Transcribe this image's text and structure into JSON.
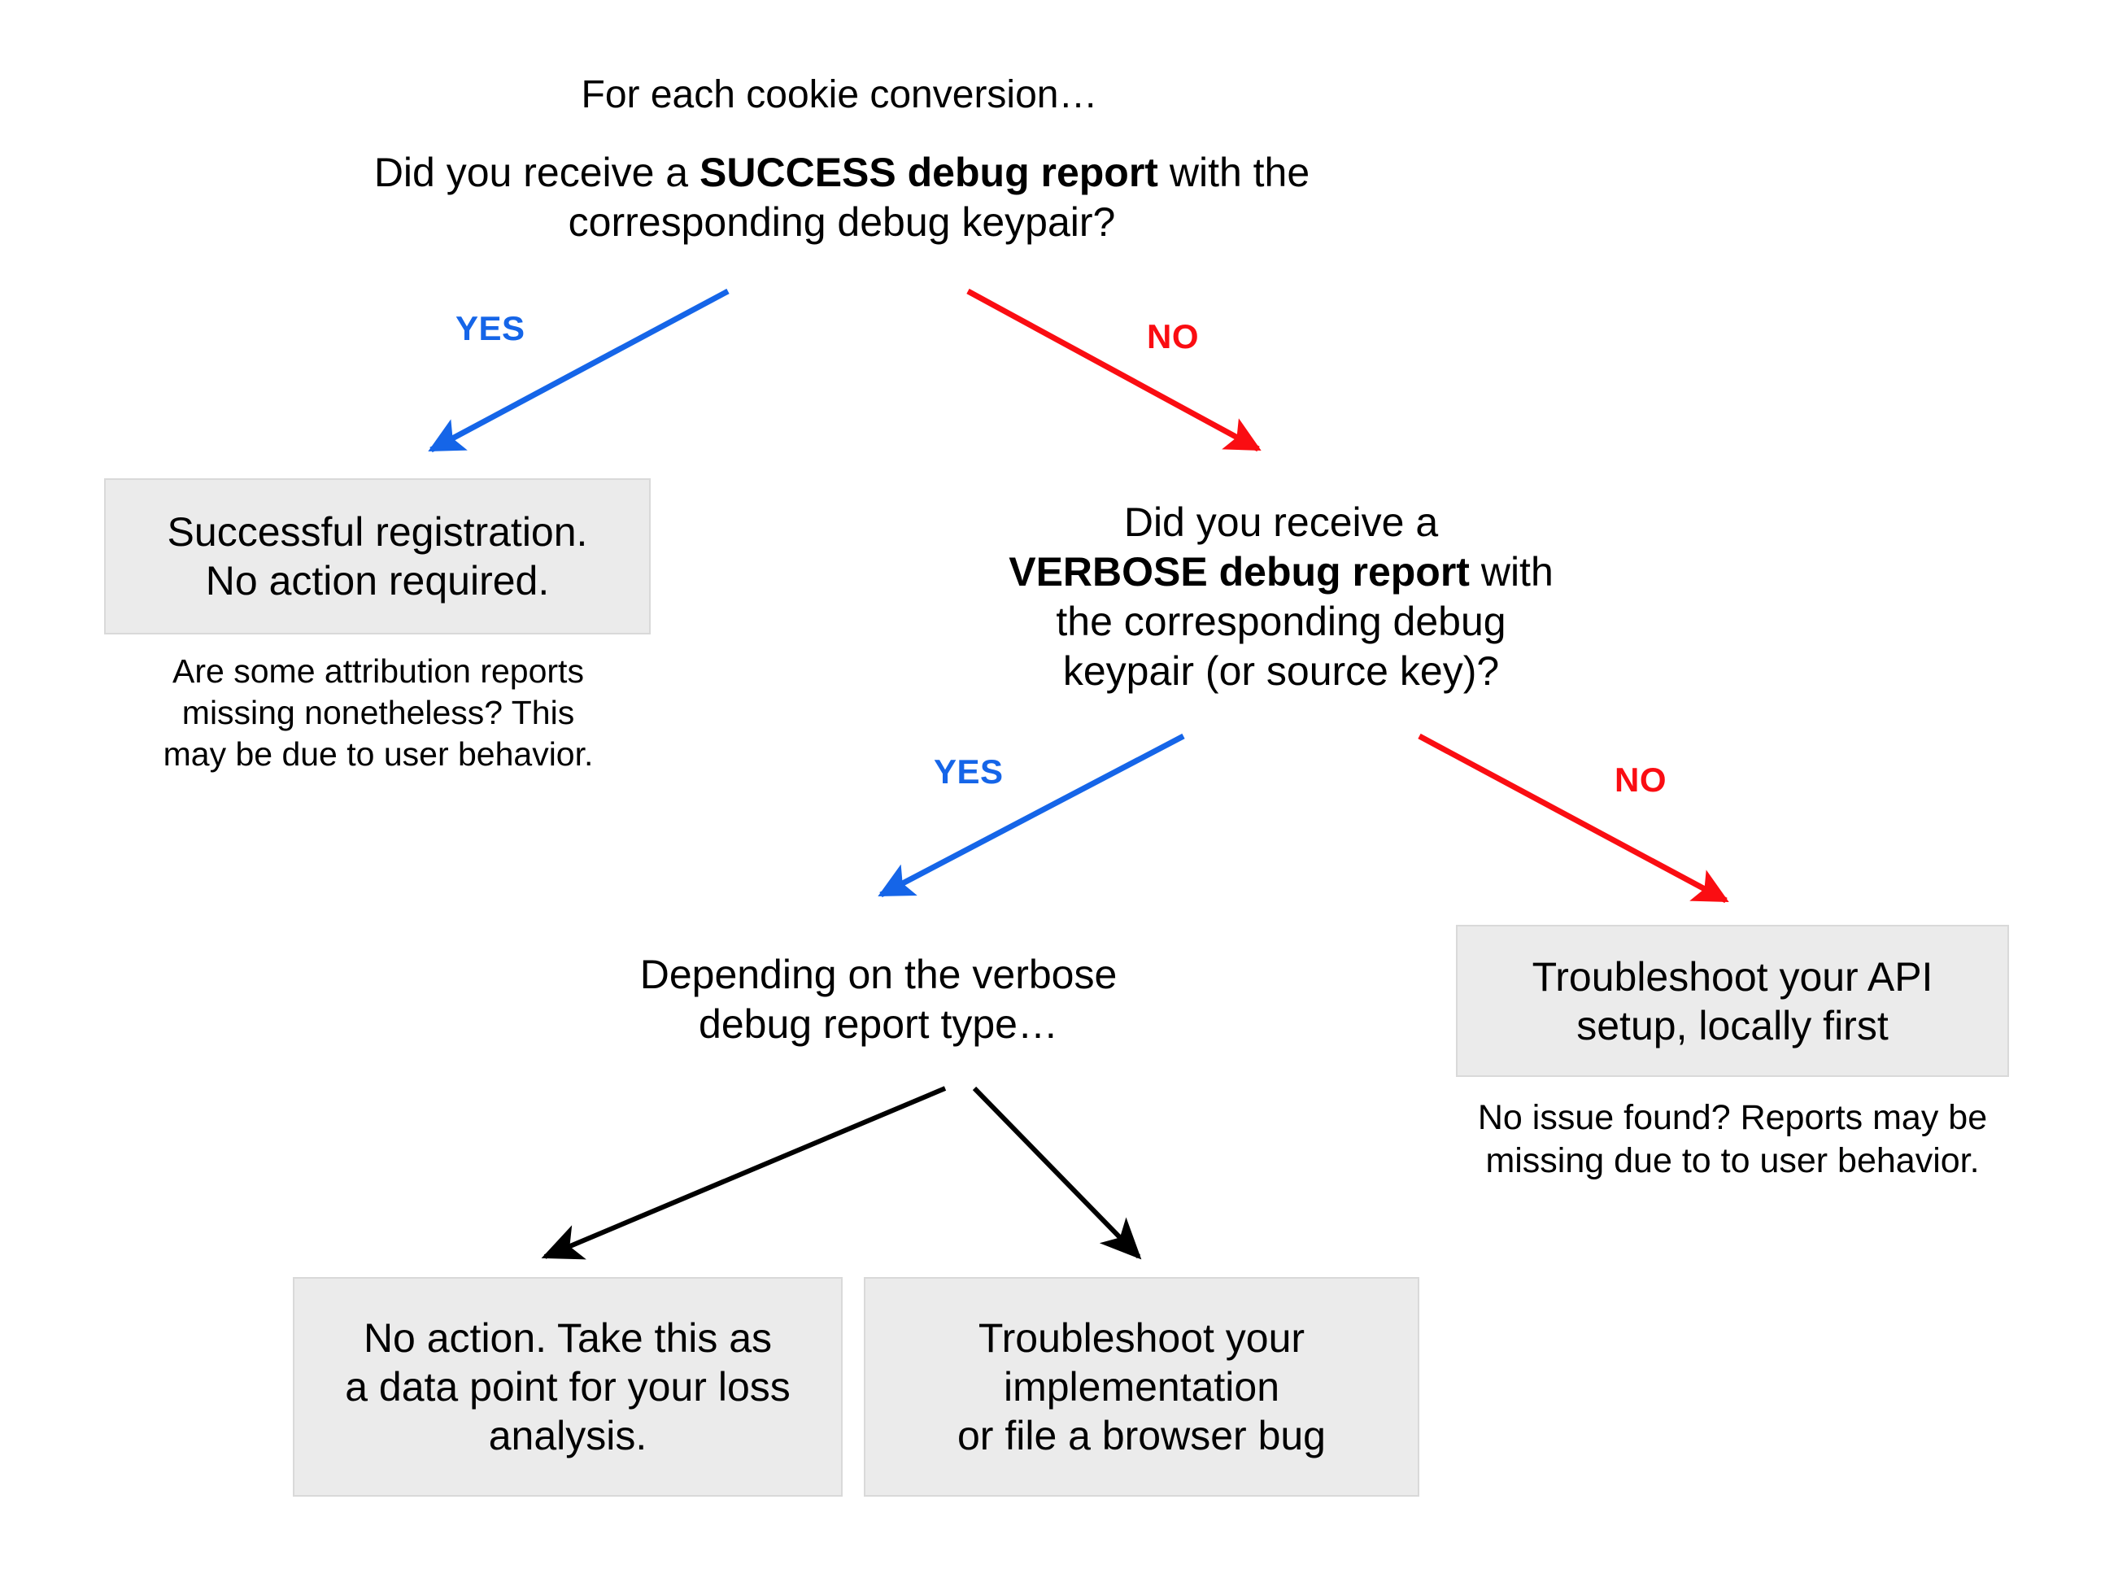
{
  "diagram": {
    "title_intro": "For each cookie conversion…",
    "colors": {
      "yes": "#1565e8",
      "no": "#fa0d12",
      "arrow_black": "#000000",
      "box_fill": "#ebebeb",
      "box_border": "#d9d9d9",
      "text": "#000000"
    },
    "q1": {
      "prefix": "Did you receive a ",
      "emphasis": "SUCCESS debug report",
      "suffix": " with the corresponding debug keypair?"
    },
    "q2": {
      "prefix": "Did you receive a\n",
      "emphasis": "VERBOSE debug report",
      "suffix": " with\nthe corresponding debug\nkeypair (or source key)?"
    },
    "q3": {
      "text": "Depending on the verbose\ndebug report type…"
    },
    "edges": {
      "q1_yes": "YES",
      "q1_no": "NO",
      "q2_yes": "YES",
      "q2_no": "NO"
    },
    "boxes": {
      "success": "Successful registration.\nNo action required.",
      "api_setup": "Troubleshoot your API\nsetup, locally first",
      "no_action": "No action. Take this as\na data point for your loss\nanalysis.",
      "troubleshoot_impl": "Troubleshoot your\nimplementation\nor file a browser bug"
    },
    "captions": {
      "under_success": "Are some attribution reports\nmissing nonetheless? This\nmay be due to user behavior.",
      "under_api": "No issue found? Reports may be\nmissing due to to user behavior."
    }
  }
}
